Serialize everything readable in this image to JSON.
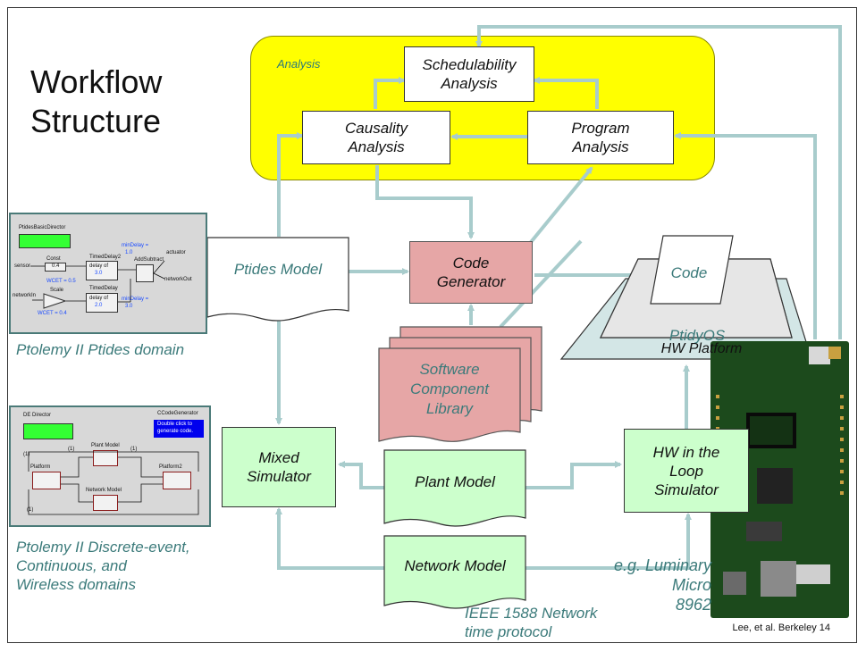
{
  "slide": {
    "title_line1": "Workflow",
    "title_line2": "Structure",
    "footer": "Lee, et al. Berkeley  14"
  },
  "analysis": {
    "label": "Analysis",
    "schedulability_line1": "Schedulability",
    "schedulability_line2": "Analysis",
    "causality_line1": "Causality",
    "causality_line2": "Analysis",
    "program_line1": "Program",
    "program_line2": "Analysis"
  },
  "nodes": {
    "ptides_model": "Ptides Model",
    "code_generator_line1": "Code",
    "code_generator_line2": "Generator",
    "library_line1": "Software",
    "library_line2": "Component",
    "library_line3": "Library",
    "code": "Code",
    "ptidyos": "PtidyOS",
    "hw_platform": "HW Platform",
    "mixed_simulator_line1": "Mixed",
    "mixed_simulator_line2": "Simulator",
    "plant_model": "Plant Model",
    "network_model": "Network Model",
    "hwloop_line1": "HW in the",
    "hwloop_line2": "Loop",
    "hwloop_line3": "Simulator"
  },
  "captions": {
    "ptides_domain": "Ptolemy II Ptides domain",
    "de_line1": "Ptolemy II Discrete-event,",
    "de_line2": "Continuous, and",
    "de_line3": "Wireless domains",
    "luminary_line1": "e.g. Luminary",
    "luminary_line2": "Micro",
    "luminary_line3": "8962",
    "ieee_line1": "IEEE 1588 Network",
    "ieee_line2": "time protocol"
  },
  "ptides_panel": {
    "director": "PtidesBasicDirector",
    "sensor": "sensor",
    "const": "Const",
    "const_val": "0.4",
    "timed_delay2": "TimedDelay2",
    "delay_of": "delay of",
    "delay_val1": "3.0",
    "add_subtract": "AddSubtract",
    "actuator": "actuator",
    "mindelay_top": "minDelay =",
    "mindelay_top_val": "1.0",
    "wcet1": "WCET = 0.5",
    "scale": "Scale",
    "network_in": "networkIn",
    "timed_delay": "TimedDelay",
    "delay_val2": "2.0",
    "network_out": "networkOut",
    "mindelay_bot": "minDelay =",
    "mindelay_bot_val": "3.0",
    "wcet2": "WCET = 0.4"
  },
  "de_panel": {
    "director": "DE Director",
    "codegen": "CCodeGenerator",
    "codegen_hint_line1": "Double click to",
    "codegen_hint_line2": "generate code.",
    "plant_model": "Plant Model",
    "platform": "Platform",
    "platform2": "Platform2",
    "network_model": "Network Model",
    "one": "(1)"
  },
  "colors": {
    "arrow": "#a8cccc",
    "analysis_bg": "#ffff00",
    "green_box": "#ccffcc",
    "pink_box": "#e6a6a6",
    "caption_teal": "#3b7a7a"
  }
}
